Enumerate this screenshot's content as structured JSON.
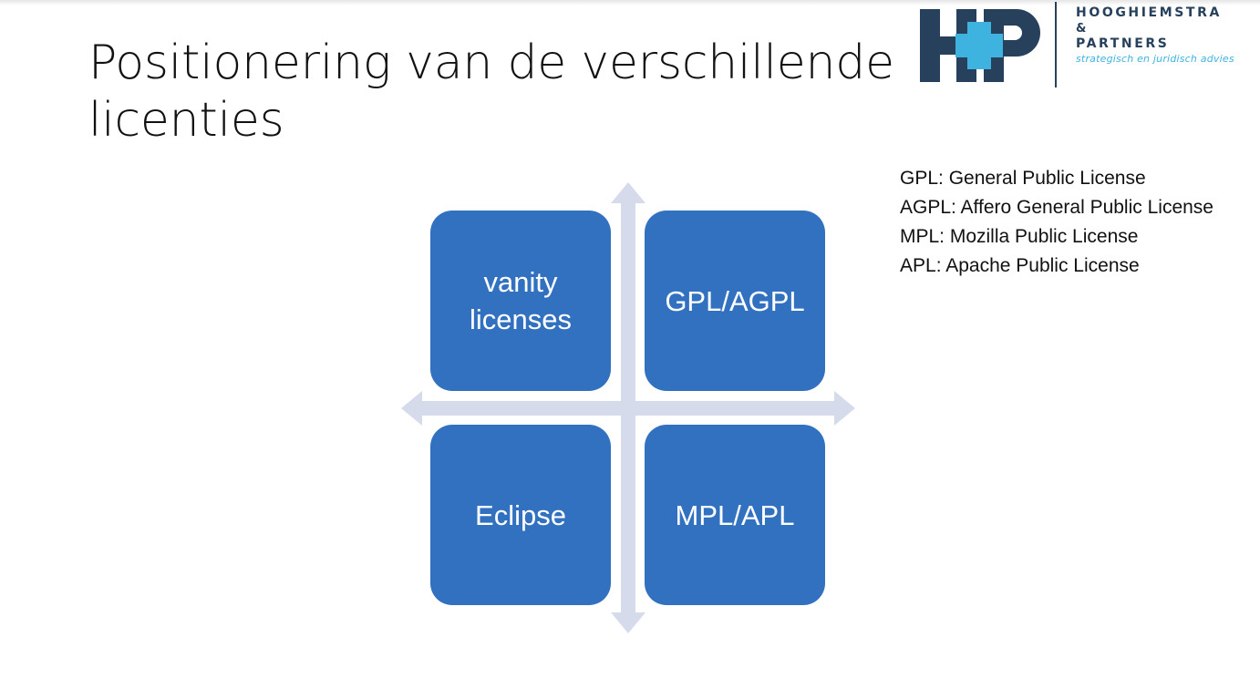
{
  "slide": {
    "title_line1": "Positionering van de verschillende",
    "title_line2": "licenties"
  },
  "logo": {
    "mark_text": "H+P",
    "name": "HOOGHIEMSTRA",
    "amp": "&",
    "partners": "PARTNERS",
    "tagline": "strategisch en juridisch advies",
    "colors": {
      "navy": "#27405c",
      "cyan": "#3eb3e0"
    }
  },
  "diagram": {
    "quadrants": {
      "top_left": "vanity licenses",
      "top_right": "GPL/AGPL",
      "bottom_left": "Eclipse",
      "bottom_right": "MPL/APL"
    },
    "colors": {
      "box": "#3271c0",
      "axis": "#d5dbea",
      "text": "#ffffff"
    }
  },
  "legend": [
    "GPL: General Public License",
    "AGPL: Affero General Public License",
    "MPL: Mozilla Public License",
    "APL: Apache Public License"
  ]
}
